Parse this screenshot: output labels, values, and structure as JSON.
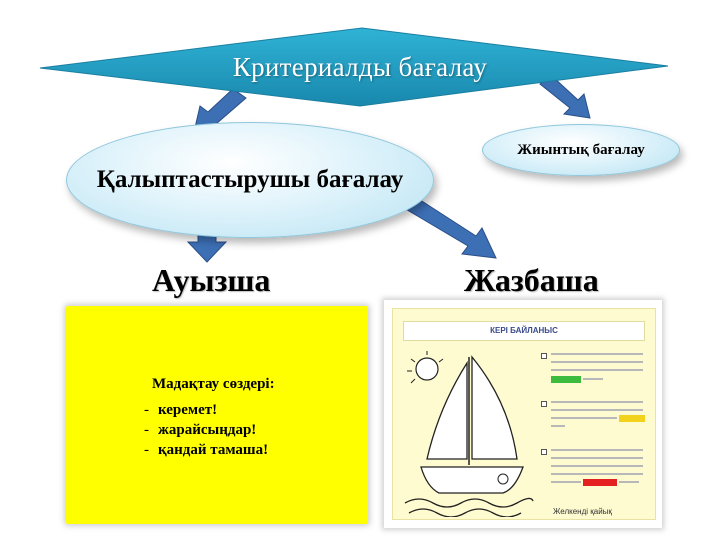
{
  "diagram": {
    "top_title": "Критериалды бағалау",
    "left_oval": "Қалыптастырушы бағалау",
    "right_oval": "Жиынтық бағалау",
    "oral_heading": "Ауызша",
    "written_heading": "Жазбаша"
  },
  "praise_box": {
    "title": "Мадақтау сөздері:",
    "items": [
      "керемет!",
      "жарайсыңдар!",
      "қандай тамаша!"
    ]
  },
  "worksheet": {
    "title": "КЕРІ БАЙЛАНЫС",
    "footer": "Желкенді қайық"
  },
  "colors": {
    "diamond": "#2aa7c9",
    "arrow": "#3d6fb5",
    "oval_fill": "#dff3fb",
    "yellow_box": "#ffff00"
  }
}
